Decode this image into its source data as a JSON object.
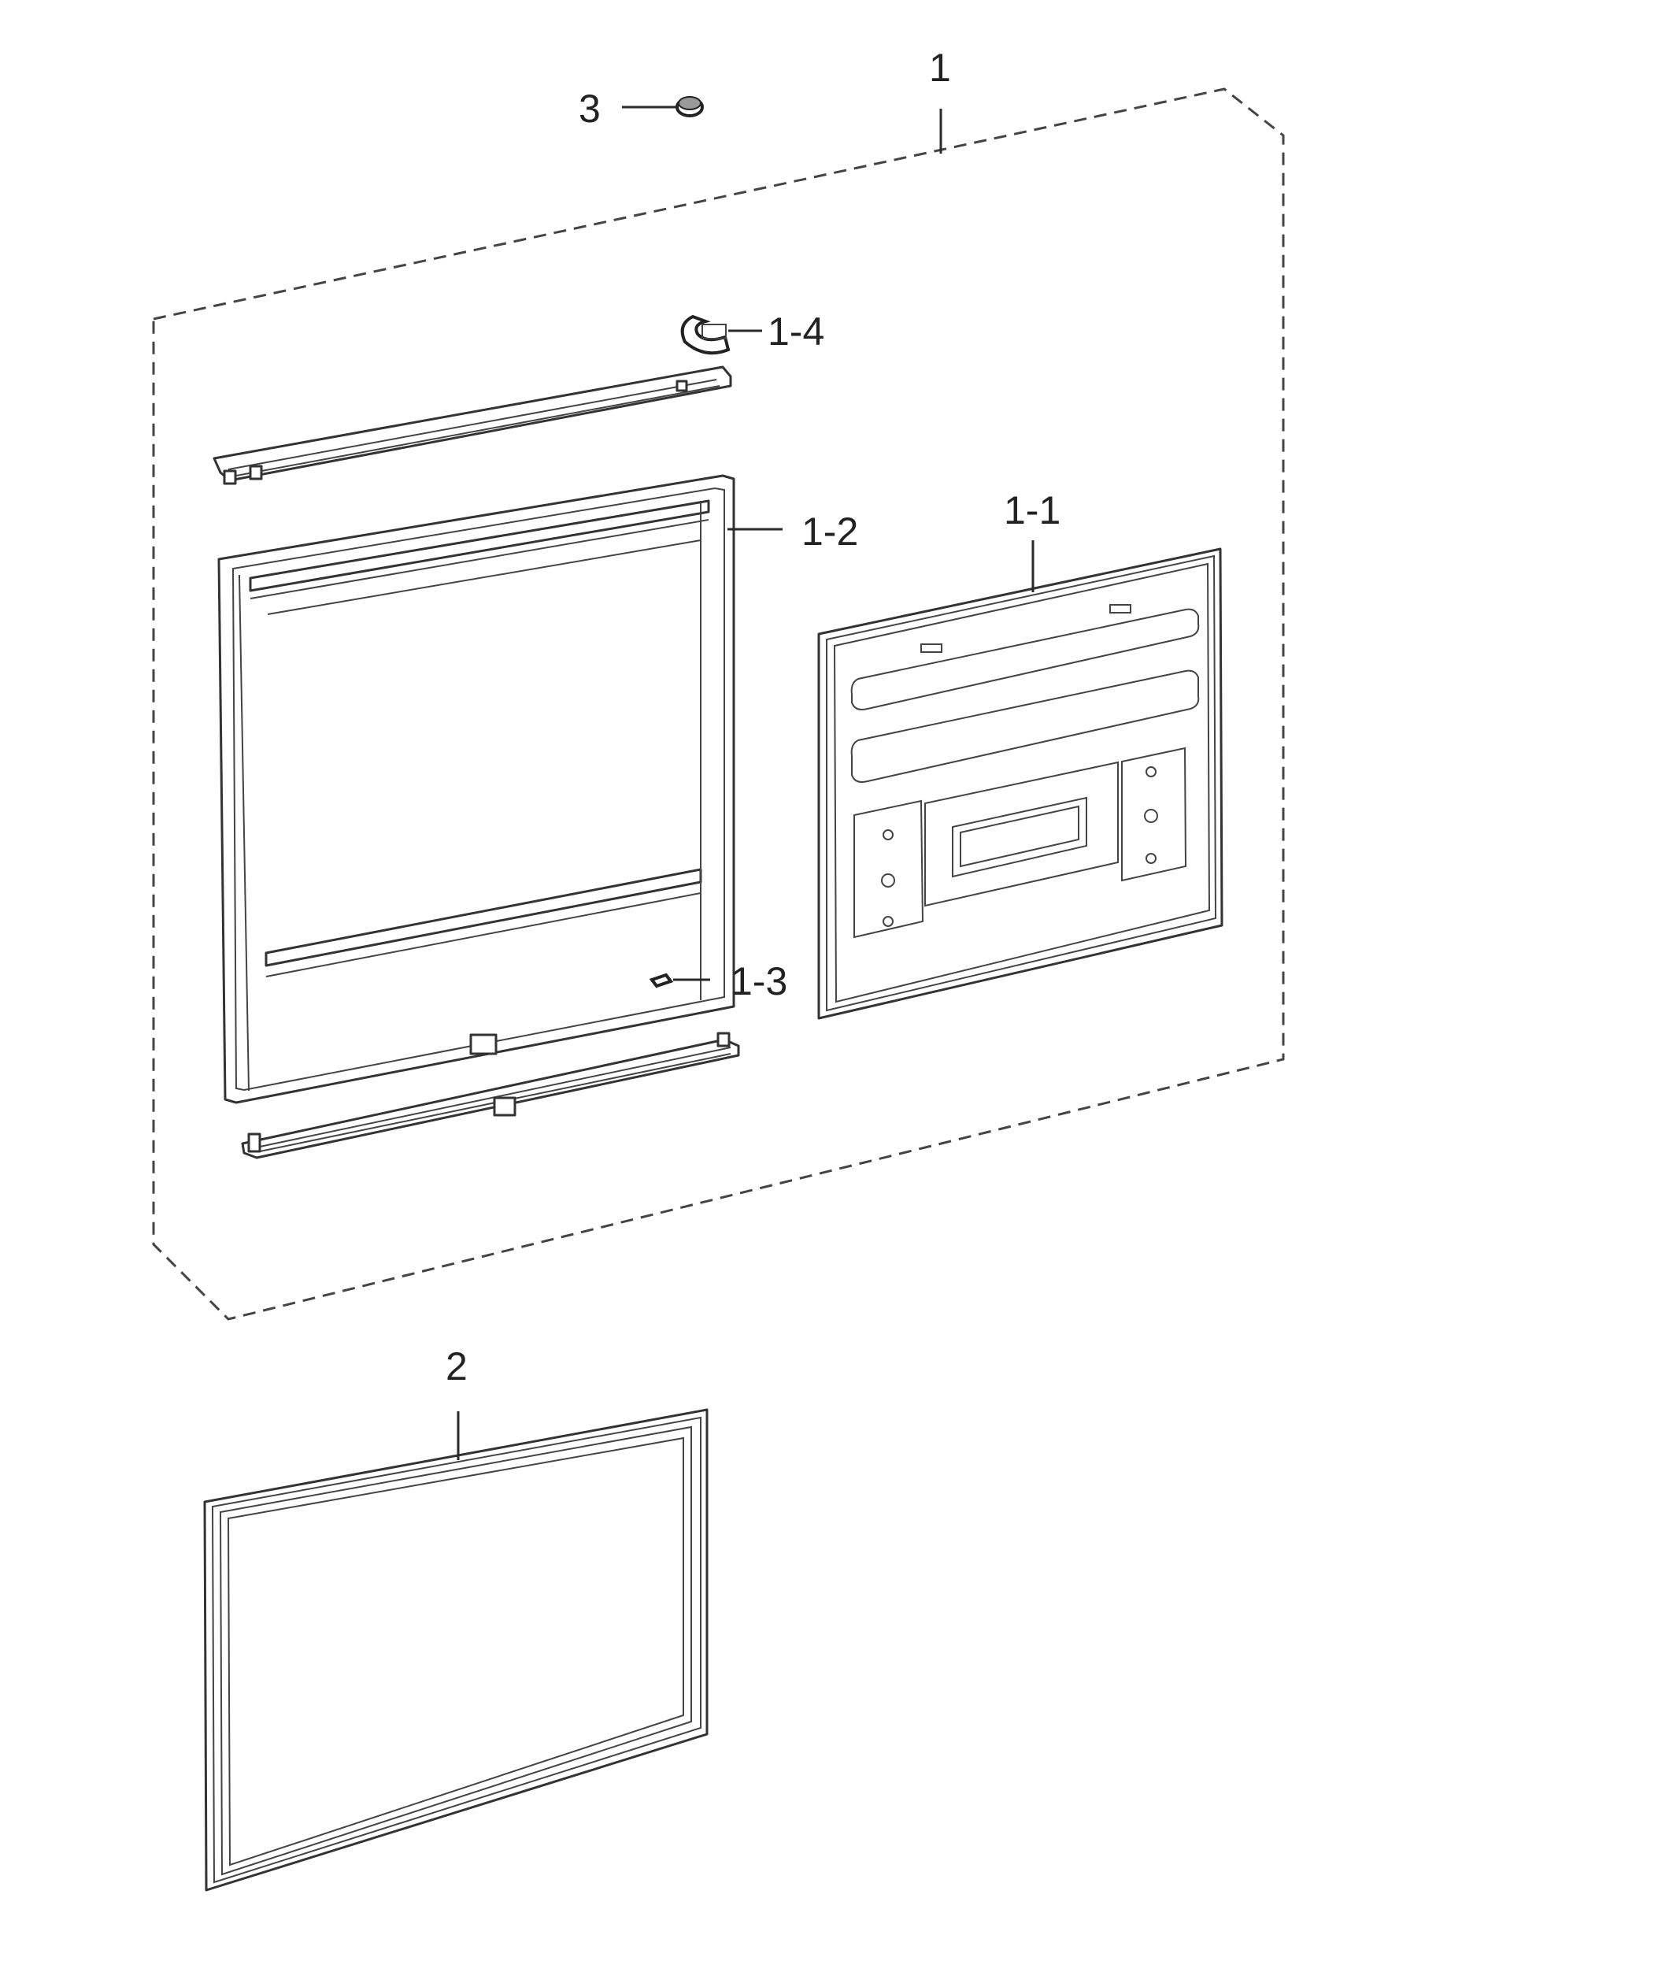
{
  "callouts": {
    "assembly": "1",
    "door_outer": "1-1",
    "frame": "1-2",
    "clip": "1-3",
    "hinge_cap": "1-4",
    "gasket": "2",
    "plug": "3"
  }
}
